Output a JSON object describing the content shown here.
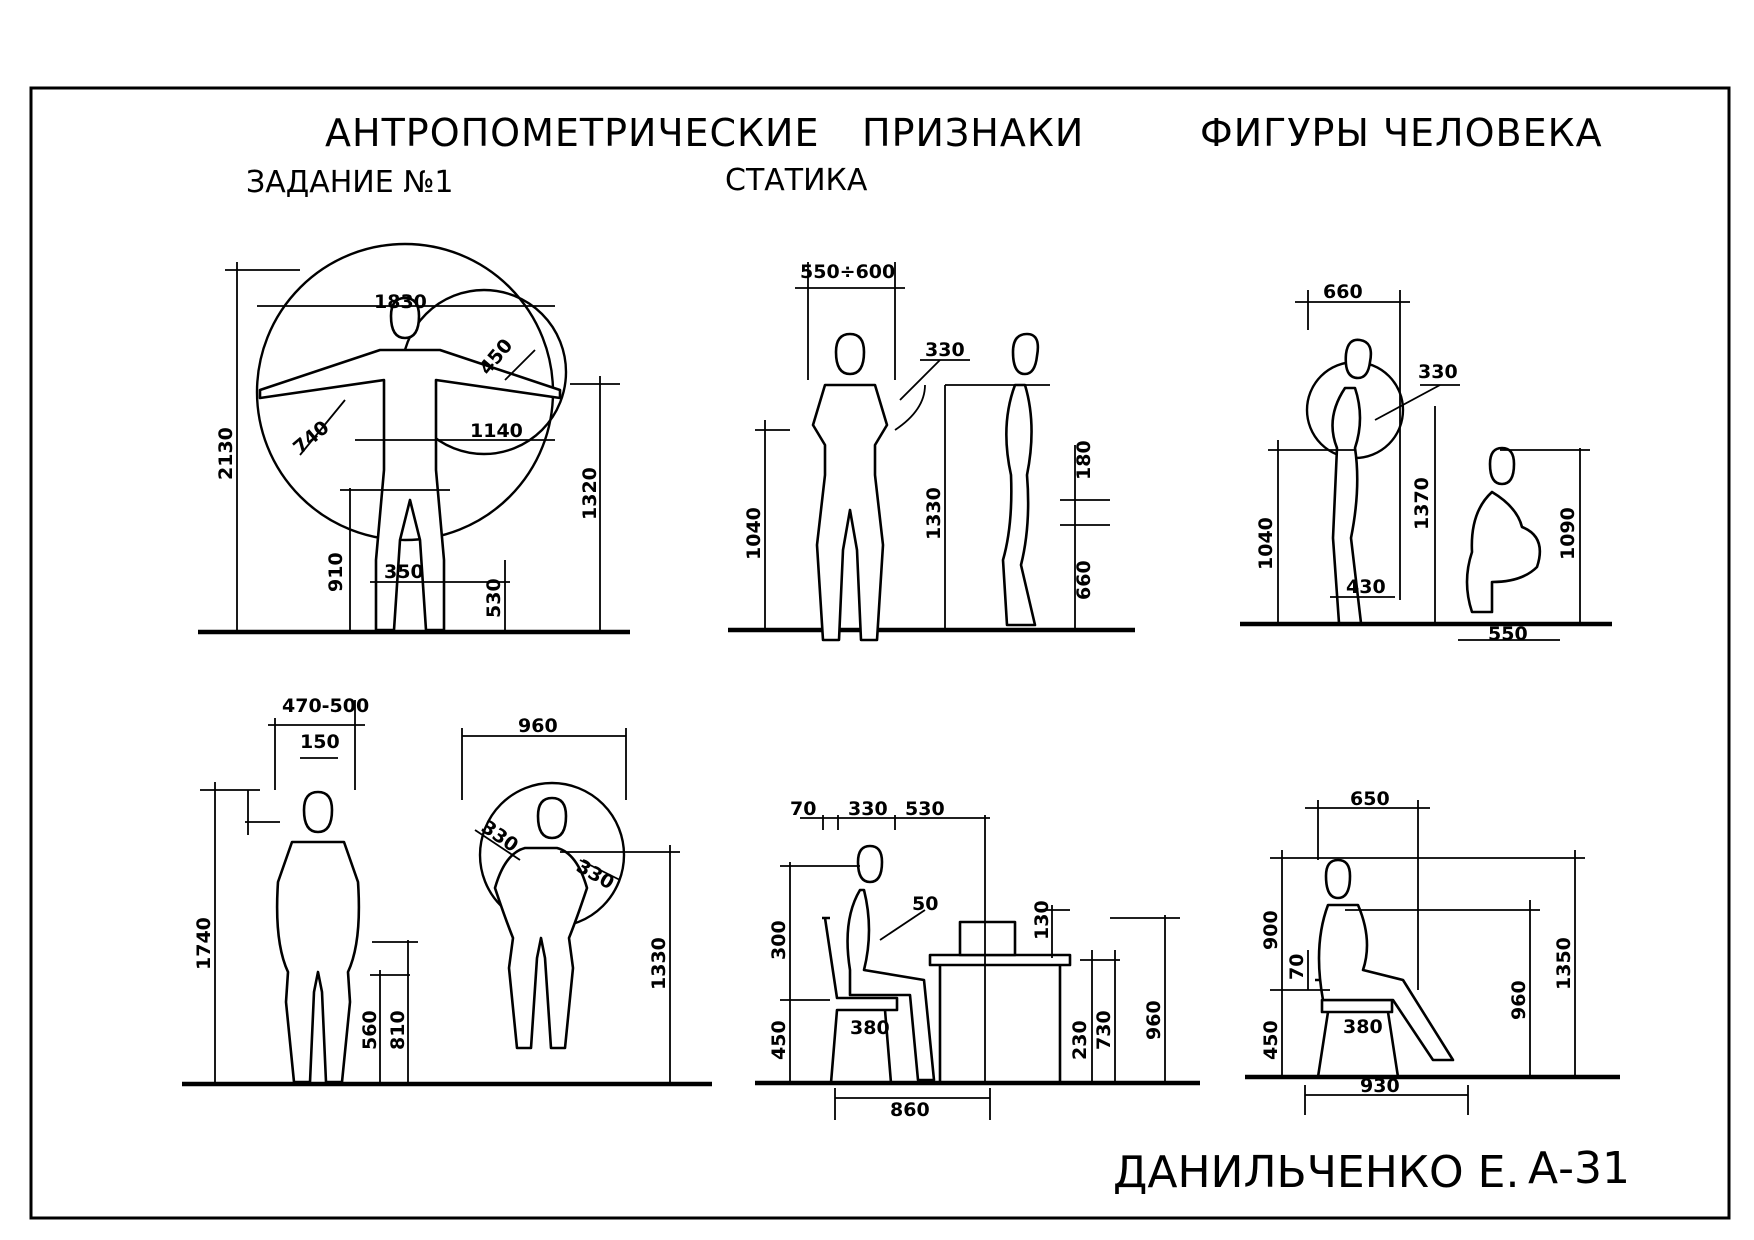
{
  "sheet": {
    "title_part1": "АНТРОПОМЕТРИЧЕСКИЕ",
    "title_part2": "ПРИЗНАКИ",
    "title_part3": "ФИГУРЫ ЧЕЛОВЕКА",
    "task": "ЗАДАНИЕ №1",
    "subtitle": "СТАТИКА",
    "author": "ДАНИЛЬЧЕНКО Е.",
    "group": "А-31"
  },
  "panels": {
    "p1": {
      "d2130": "2130",
      "d1830": "1830",
      "d450": "450",
      "d740": "740",
      "d1140": "1140",
      "d1320": "1320",
      "d910": "910",
      "d350": "350",
      "d530": "530"
    },
    "p2": {
      "d550_600": "550÷600",
      "d330": "330",
      "d1040": "1040",
      "d1330": "1330",
      "d180": "180",
      "d660": "660"
    },
    "p3": {
      "d660": "660",
      "d330": "330",
      "d1370": "1370",
      "d1040": "1040",
      "d1090": "1090",
      "d430": "430",
      "d550": "550"
    },
    "p4": {
      "d470_500": "470-500",
      "d150": "150",
      "d1740": "1740",
      "d960": "960",
      "d330a": "330",
      "d330b": "330",
      "d1330": "1330",
      "d560": "560",
      "d810": "810"
    },
    "p5": {
      "d70": "70",
      "d330": "330",
      "d530": "530",
      "d300": "300",
      "d50": "50",
      "d130": "130",
      "d450": "450",
      "d380": "380",
      "d230": "230",
      "d730": "730",
      "d960": "960",
      "d860": "860"
    },
    "p6": {
      "d650": "650",
      "d900": "900",
      "d70": "70",
      "d960": "960",
      "d1350": "1350",
      "d450": "450",
      "d380": "380",
      "d930": "930"
    }
  }
}
